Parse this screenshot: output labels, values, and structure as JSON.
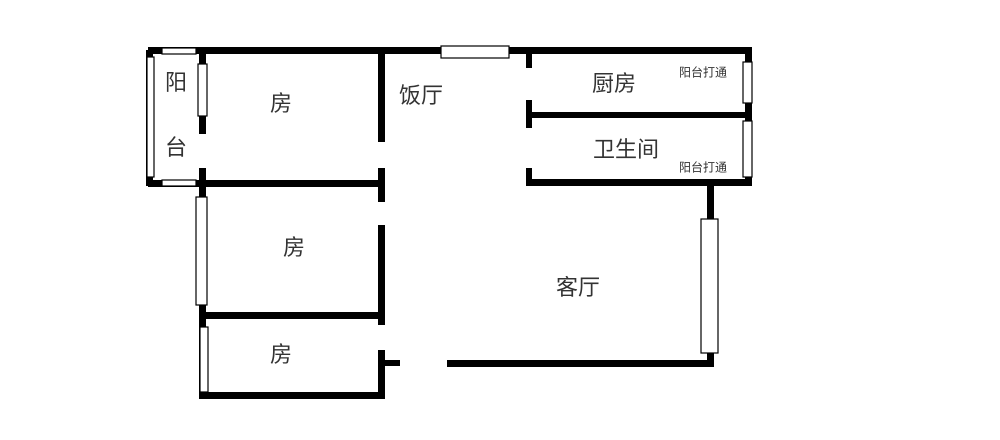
{
  "rooms": {
    "balcony_top": "阳",
    "balcony_bottom": "台",
    "bedroom_1": "房",
    "dining": "饭厅",
    "kitchen": "厨房",
    "kitchen_note": "阳台打通",
    "bathroom": "卫生间",
    "bathroom_note": "阳台打通",
    "bedroom_2": "房",
    "living": "客厅",
    "bedroom_3": "房"
  },
  "colors": {
    "wall": "#000000",
    "window_fill": "#ffffff",
    "text": "#333333"
  }
}
